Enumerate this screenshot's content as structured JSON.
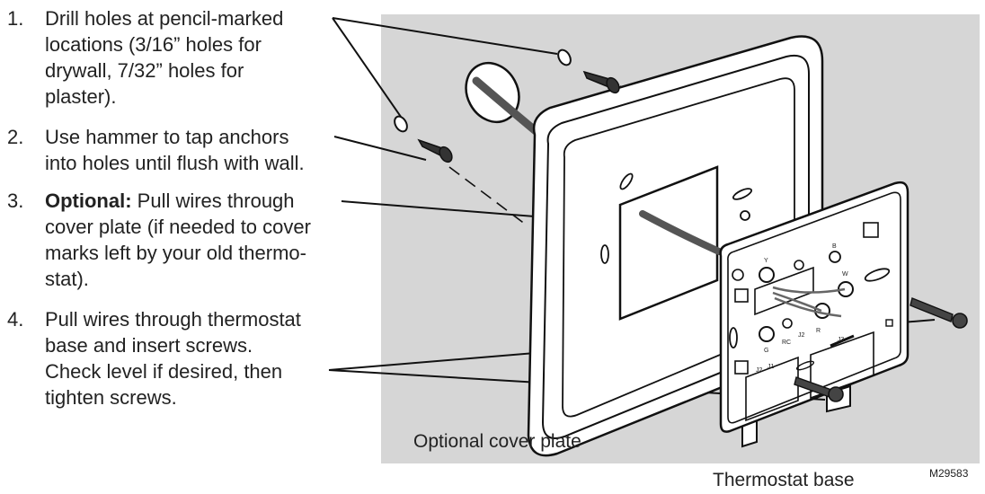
{
  "steps": [
    {
      "number": "1.",
      "lines": [
        "Drill holes at pencil-marked",
        "locations (3/16” holes for",
        "drywall, 7/32” holes for",
        "plaster)."
      ]
    },
    {
      "number": "2.",
      "lines": [
        "Use hammer to tap anchors",
        "into holes until flush with wall."
      ]
    },
    {
      "number": "3.",
      "bold": "Optional:",
      "lines": [
        " Pull wires through",
        "cover plate (if needed to cover",
        "marks left by your old thermo-",
        "stat)."
      ]
    },
    {
      "number": "4.",
      "lines": [
        "Pull wires through thermostat",
        "base and insert screws.",
        "Check level if desired, then",
        "tighten screws."
      ]
    }
  ],
  "captions": {
    "cover_plate": "Optional cover plate",
    "thermostat_base": "Thermostat base",
    "figure_id": "M29583"
  },
  "terminal_labels": {
    "y": "Y",
    "b": "B",
    "w": "W",
    "g": "G",
    "r": "R",
    "rc": "RC",
    "j2": "J2",
    "j1": "J1",
    "j2b": "J2",
    "j3": "J3"
  }
}
